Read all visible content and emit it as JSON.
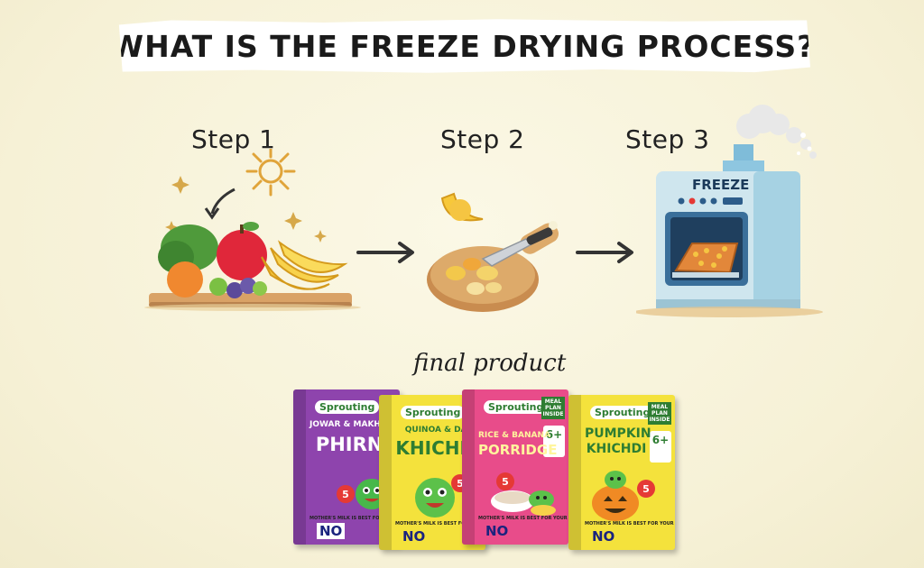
{
  "title": "WHAT IS THE FREEZE DRYING PROCESS?",
  "steps": [
    {
      "label": "Step 1"
    },
    {
      "label": "Step 2"
    },
    {
      "label": "Step 3"
    }
  ],
  "machine_label": "FREEZE",
  "final_label": "final product",
  "brand": "Sprouting",
  "products": [
    {
      "subname": "JOWAR & MAKHANA",
      "name_line1": "PHIRNI",
      "name_line2": "",
      "color": "#8e44ad",
      "text_color": "#ffffff",
      "badge": "5",
      "no": "NO"
    },
    {
      "subname": "QUINOA & DAL",
      "name_line1": "KHICHDI",
      "name_line2": "",
      "color": "#f4e23c",
      "text_color": "#2e7d32",
      "badge": "5",
      "no": "NO"
    },
    {
      "subname": "RICE & BANANA",
      "name_line1": "PORRIDGE",
      "name_line2": "",
      "color": "#e84c8a",
      "text_color": "#fff59d",
      "badge": "5",
      "no": "NO",
      "meal_plan": "MEAL PLAN INSIDE",
      "age": "6+"
    },
    {
      "subname": "",
      "name_line1": "PUMPKIN",
      "name_line2": "KHICHDI",
      "color": "#f4e23c",
      "text_color": "#2e7d32",
      "badge": "5",
      "no": "NO",
      "meal_plan": "MEAL PLAN INSIDE",
      "age": "6+"
    }
  ],
  "tagline": "MOTHER'S MILK IS BEST FOR YOUR BABY",
  "colors": {
    "background": "#f8f4dd",
    "banner": "#ffffff",
    "ink": "#1a1a1a"
  }
}
